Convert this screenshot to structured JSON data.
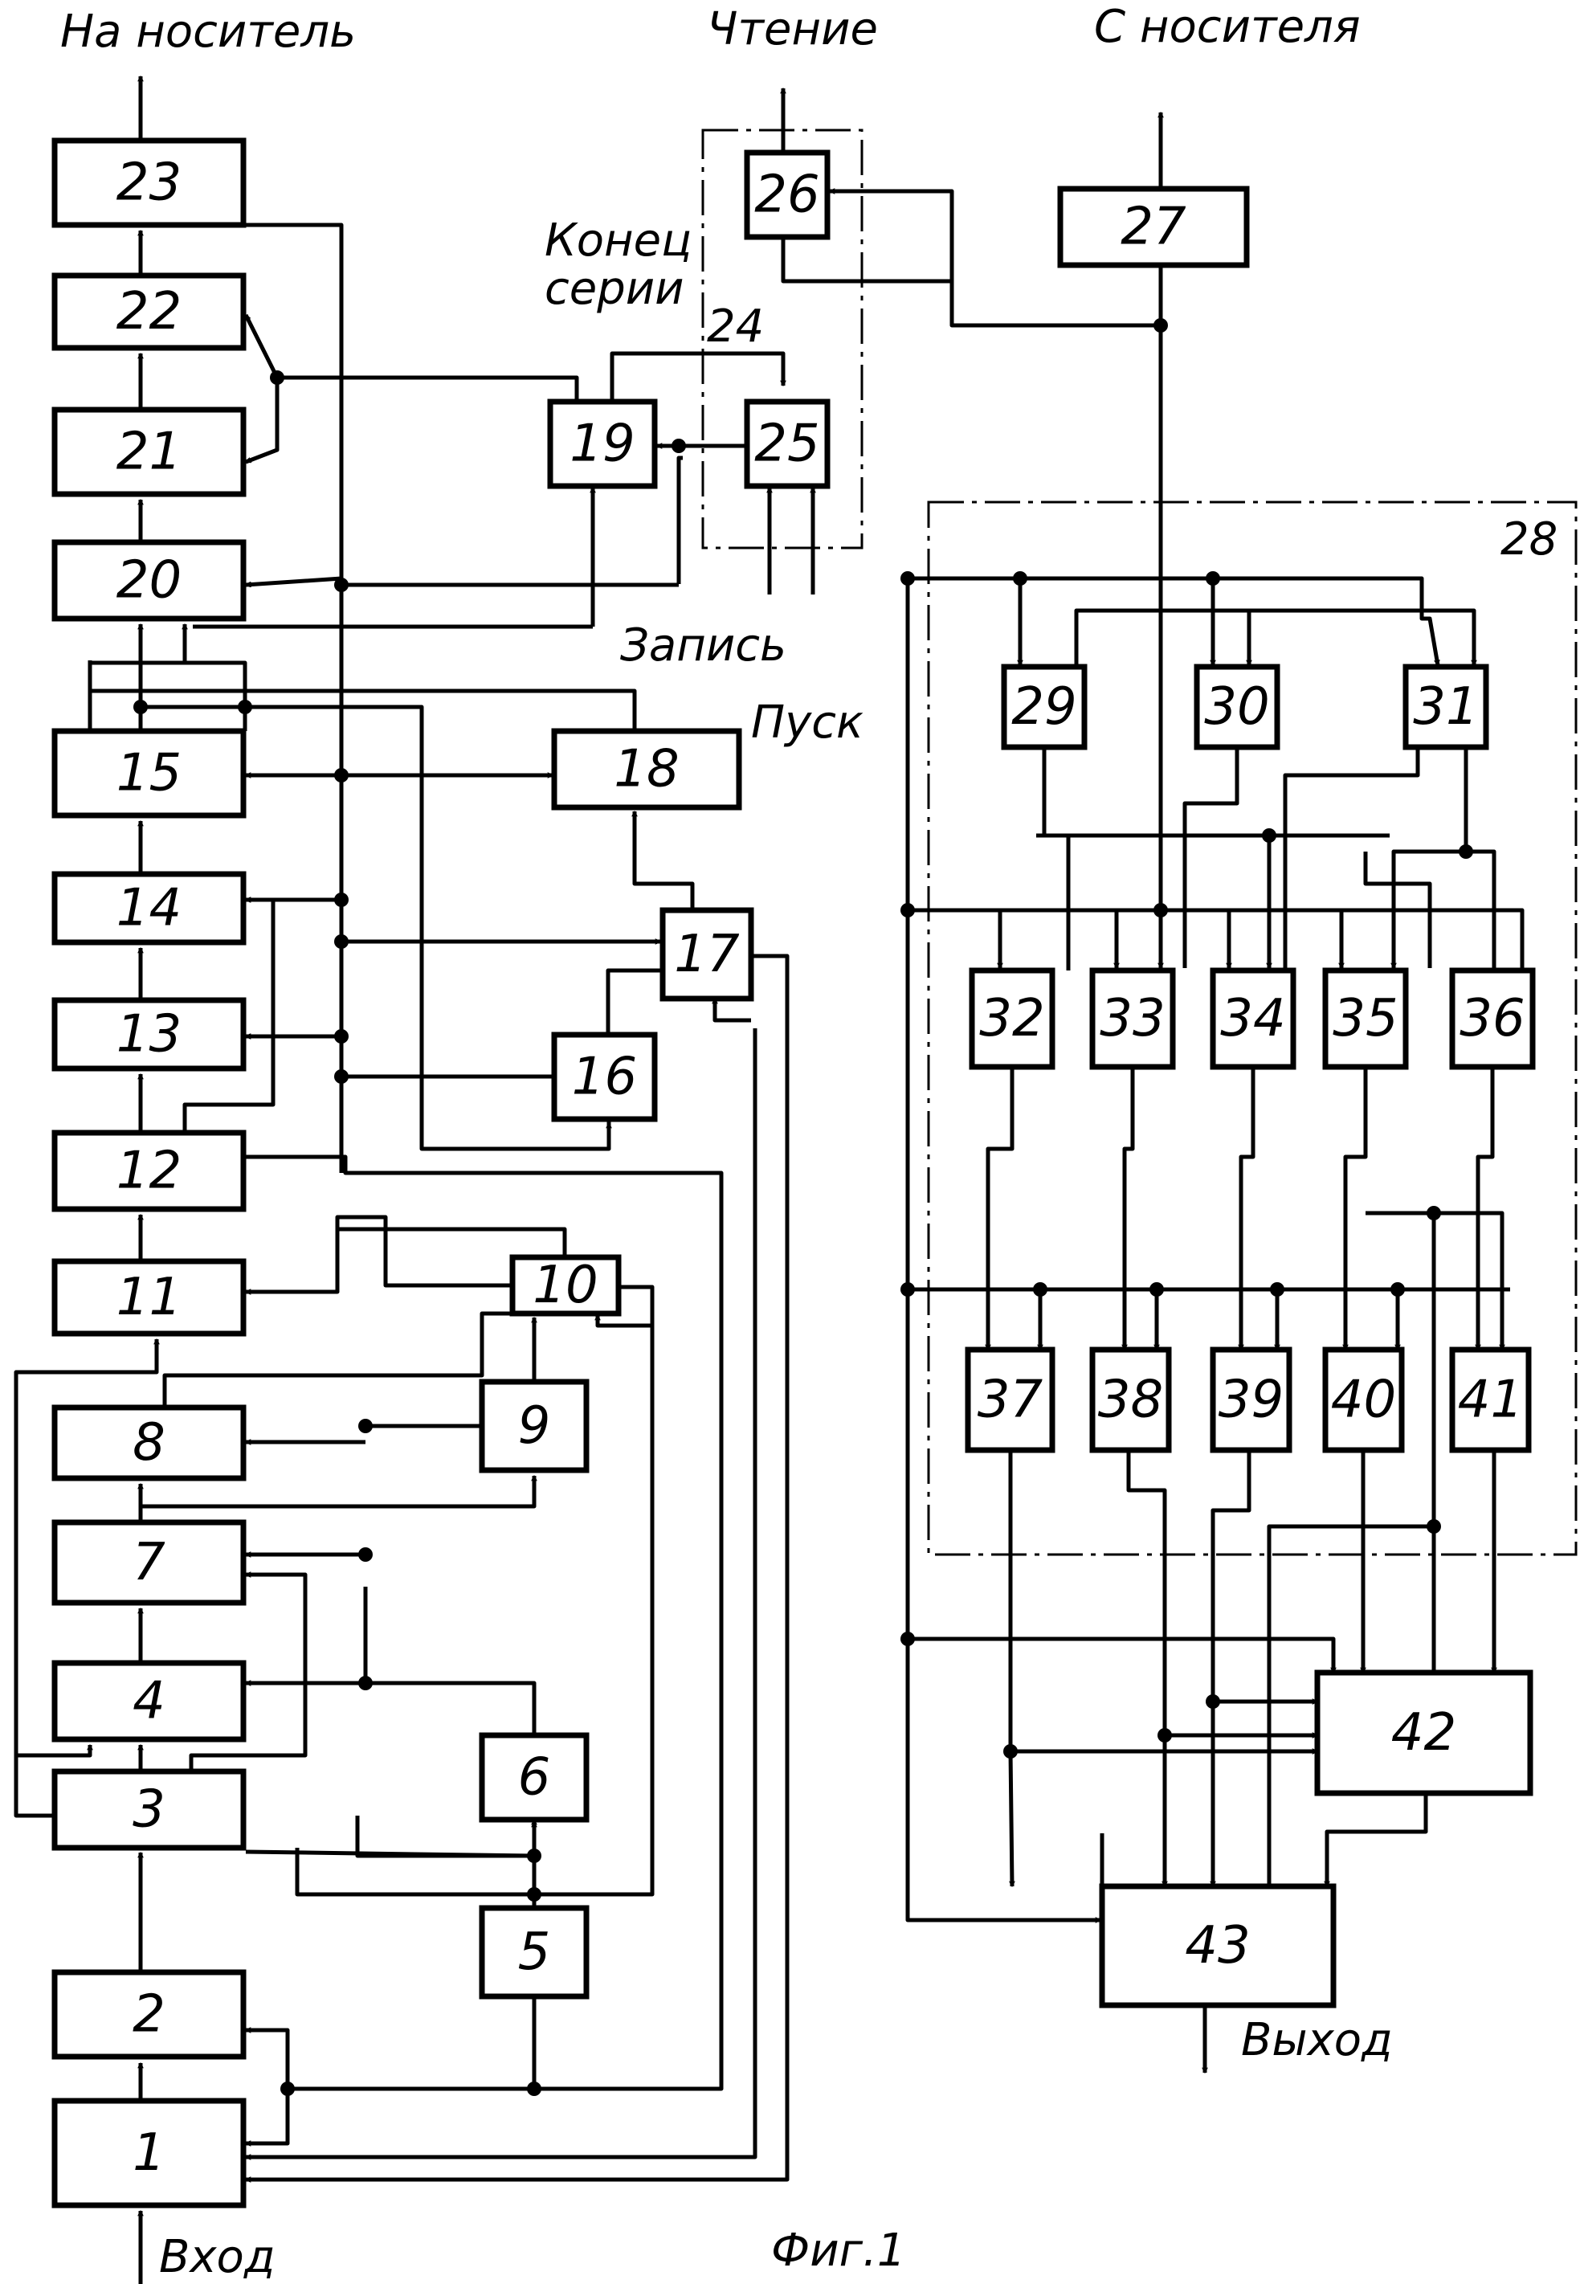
{
  "labels": {
    "to_medium": "На носитель",
    "read": "Чтение",
    "from_medium": "С носителя",
    "end_series": [
      "Конец",
      "серии"
    ],
    "write": "Запись",
    "start": "Пуск",
    "input": "Вход",
    "output": "Выход",
    "figure": "Фиг.1",
    "group_24": "24",
    "group_28": "28"
  },
  "blocks": [
    {
      "id": "1",
      "label": "1"
    },
    {
      "id": "2",
      "label": "2"
    },
    {
      "id": "3",
      "label": "3"
    },
    {
      "id": "4",
      "label": "4"
    },
    {
      "id": "5",
      "label": "5"
    },
    {
      "id": "6",
      "label": "6"
    },
    {
      "id": "7",
      "label": "7"
    },
    {
      "id": "8",
      "label": "8"
    },
    {
      "id": "9",
      "label": "9"
    },
    {
      "id": "10",
      "label": "10"
    },
    {
      "id": "11",
      "label": "11"
    },
    {
      "id": "12",
      "label": "12"
    },
    {
      "id": "13",
      "label": "13"
    },
    {
      "id": "14",
      "label": "14"
    },
    {
      "id": "15",
      "label": "15"
    },
    {
      "id": "16",
      "label": "16"
    },
    {
      "id": "17",
      "label": "17"
    },
    {
      "id": "18",
      "label": "18"
    },
    {
      "id": "19",
      "label": "19"
    },
    {
      "id": "20",
      "label": "20"
    },
    {
      "id": "21",
      "label": "21"
    },
    {
      "id": "22",
      "label": "22"
    },
    {
      "id": "23",
      "label": "23"
    },
    {
      "id": "25",
      "label": "25"
    },
    {
      "id": "26",
      "label": "26"
    },
    {
      "id": "27",
      "label": "27"
    },
    {
      "id": "29",
      "label": "29"
    },
    {
      "id": "30",
      "label": "30"
    },
    {
      "id": "31",
      "label": "31"
    },
    {
      "id": "32",
      "label": "32"
    },
    {
      "id": "33",
      "label": "33"
    },
    {
      "id": "34",
      "label": "34"
    },
    {
      "id": "35",
      "label": "35"
    },
    {
      "id": "36",
      "label": "36"
    },
    {
      "id": "37",
      "label": "37"
    },
    {
      "id": "38",
      "label": "38"
    },
    {
      "id": "39",
      "label": "39"
    },
    {
      "id": "40",
      "label": "40"
    },
    {
      "id": "41",
      "label": "41"
    },
    {
      "id": "42",
      "label": "42"
    },
    {
      "id": "43",
      "label": "43"
    }
  ]
}
